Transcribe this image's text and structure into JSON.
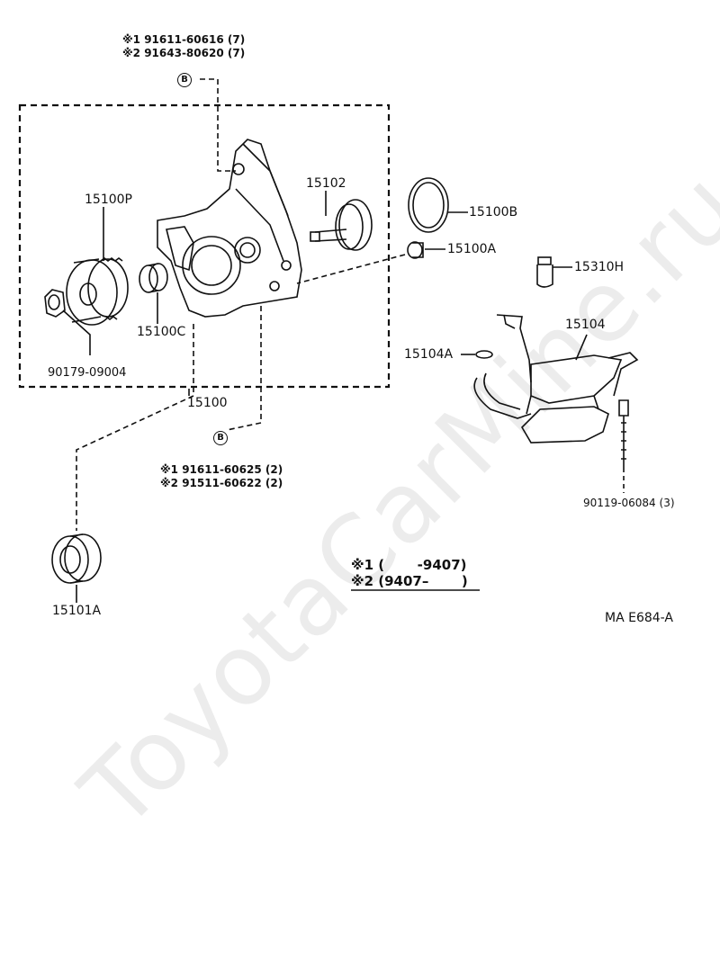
{
  "watermark": "ToyotaCarMine.ru",
  "bolt_marker": "B",
  "top_bolts": [
    {
      "mark": "※1",
      "part": "91611-60616",
      "qty": "(7)"
    },
    {
      "mark": "※2",
      "part": "91643-80620",
      "qty": "(7)"
    }
  ],
  "bottom_bolts": [
    {
      "mark": "※1",
      "part": "91611-60625",
      "qty": "(2)"
    },
    {
      "mark": "※2",
      "part": "91511-60622",
      "qty": "(2)"
    }
  ],
  "parts": {
    "p15100P": "15100P",
    "p15102": "15102",
    "p15100B": "15100B",
    "p15100A": "15100A",
    "p15310H": "15310H",
    "p15104": "15104",
    "p15104A": "15104A",
    "p15100C": "15100C",
    "p90179": "90179-09004",
    "p15100": "15100",
    "p90119": "90119-06084",
    "p90119_qty": "(3)",
    "p15101A": "15101A"
  },
  "legend": [
    {
      "mark": "※1",
      "range": "(       -9407)"
    },
    {
      "mark": "※2",
      "range": "(9407–       )"
    }
  ],
  "diagram_code": "MA E684-A"
}
